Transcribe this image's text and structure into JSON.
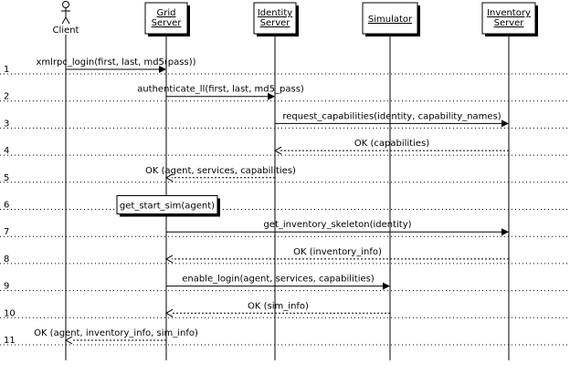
{
  "participants": [
    {
      "id": "client",
      "kind": "actor",
      "lines": [
        "Client"
      ]
    },
    {
      "id": "grid",
      "kind": "object",
      "lines": [
        "Grid",
        "Server"
      ],
      "underline": true
    },
    {
      "id": "identity",
      "kind": "object",
      "lines": [
        "Identity",
        "Server"
      ],
      "underline": true
    },
    {
      "id": "simulator",
      "kind": "object",
      "lines": [
        "Simulator"
      ],
      "underline": true
    },
    {
      "id": "inventory",
      "kind": "object",
      "lines": [
        "Inventory",
        "Server"
      ],
      "underline": true
    }
  ],
  "steps": [
    "1",
    "2",
    "3",
    "4",
    "5",
    "6",
    "7",
    "8",
    "9",
    "10",
    "11"
  ],
  "messages": [
    {
      "step": 1,
      "from": "client",
      "to": "grid",
      "label": "xmlrpc_login(first, last, md5(pass))",
      "style": "call"
    },
    {
      "step": 2,
      "from": "grid",
      "to": "identity",
      "label": "authenticate_ll(first, last, md5_pass)",
      "style": "call"
    },
    {
      "step": 3,
      "from": "identity",
      "to": "inventory",
      "label": "request_capabilities(identity, capability_names)",
      "style": "call"
    },
    {
      "step": 4,
      "from": "inventory",
      "to": "identity",
      "label": "OK (capabilities)",
      "style": "return"
    },
    {
      "step": 5,
      "from": "identity",
      "to": "grid",
      "label": "OK (agent, services, capabilities)",
      "style": "return"
    },
    {
      "step": 6,
      "from": "grid",
      "to": "grid",
      "label": "get_start_sim(agent)",
      "style": "self"
    },
    {
      "step": 7,
      "from": "grid",
      "to": "inventory",
      "label": "get_inventory_skeleton(identity)",
      "style": "call"
    },
    {
      "step": 8,
      "from": "inventory",
      "to": "grid",
      "label": "OK (inventory_info)",
      "style": "return"
    },
    {
      "step": 9,
      "from": "grid",
      "to": "simulator",
      "label": "enable_login(agent, services, capabilities)",
      "style": "call"
    },
    {
      "step": 10,
      "from": "simulator",
      "to": "grid",
      "label": "OK (sim_info)",
      "style": "return"
    },
    {
      "step": 11,
      "from": "grid",
      "to": "client",
      "label": "OK (agent, inventory_info, sim_info)",
      "style": "return"
    }
  ]
}
